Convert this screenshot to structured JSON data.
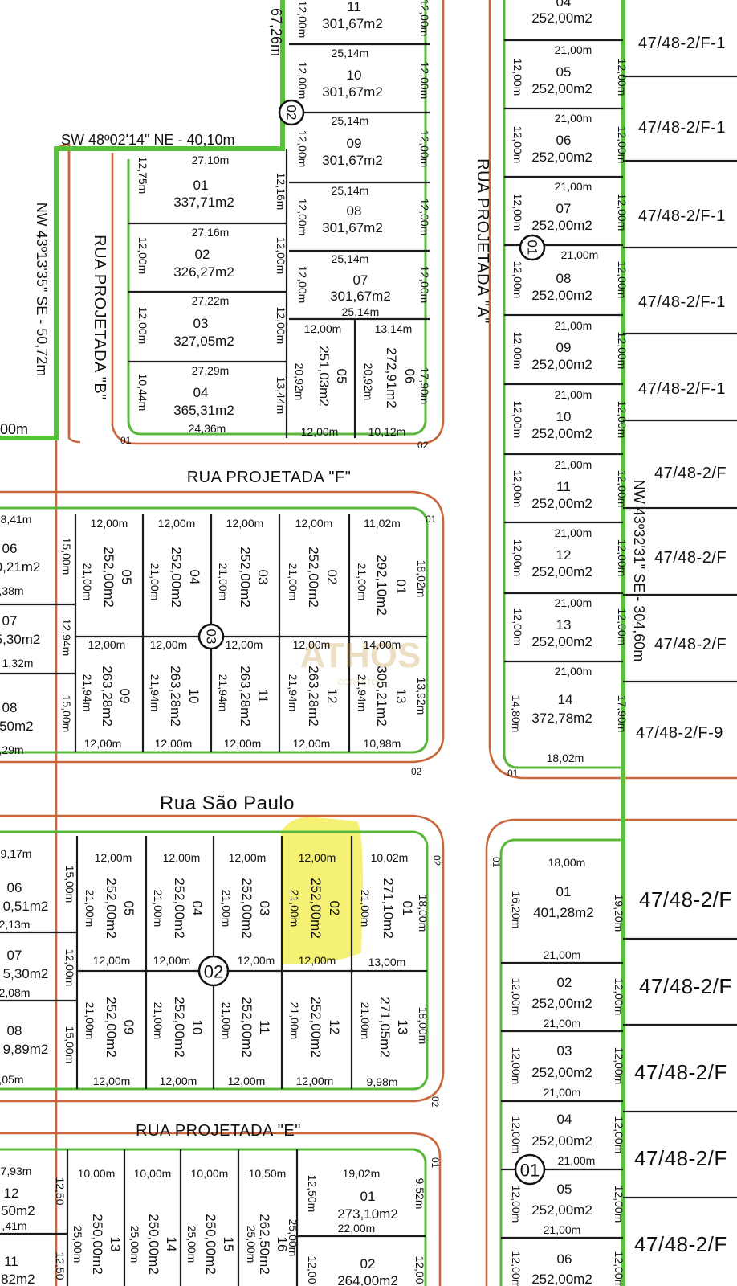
{
  "streets": {
    "rua_a": "RUA PROJETADA \"A\"",
    "rua_b": "RUA PROJETADA \"B\"",
    "rua_f": "RUA PROJETADA \"F\"",
    "rua_sp": "Rua São Paulo",
    "rua_e": "RUA PROJETADA \"E\""
  },
  "bearings": {
    "sw": "SW 48º02'14\" NE - 40,10m",
    "nw_left": "NW 43º13'35\" SE - 50,72m",
    "nw_right": "NW 43º32'31\" SE - 304,60m",
    "top_dim": "67,26m",
    "left_cut": "00m"
  },
  "block_markers": {
    "b02_top": "02",
    "b03": "03",
    "b02_mid": "02",
    "b01_right": "01",
    "b01_bottom": "01"
  },
  "corners": {
    "c1": "01",
    "c2": "02",
    "c3": "01",
    "c4": "02",
    "c5": "01",
    "c6": "02",
    "c7": "01",
    "c8": "01",
    "c9": "01",
    "c10": "02"
  },
  "watermark": {
    "brand": "ATHOS",
    "sub": "CORRETOR"
  },
  "neighbor_labels": [
    "47/48-2/F-1",
    "47/48-2/F-1",
    "47/48-2/F-1",
    "47/48-2/F-1",
    "47/48-2/F-1",
    "47/48-2/F",
    "47/48-2/F",
    "47/48-2/F",
    "47/48-2/F-9",
    "47/48-2/F",
    "47/48-2/F",
    "47/48-2/F",
    "47/48-2/F",
    "47/48-2/F"
  ],
  "lots_top_middle": [
    {
      "num": "11",
      "area": "301,67m2"
    },
    {
      "num": "10",
      "area": "301,67m2",
      "width": "25,14m",
      "left": "12,00m",
      "right": "12,00m"
    },
    {
      "num": "09",
      "area": "301,67m2",
      "width": "25,14m",
      "left": "12,00m",
      "right": "12,00m"
    },
    {
      "num": "08",
      "area": "301,67m2",
      "width": "25,14m",
      "left": "12,00m",
      "right": "12,00m"
    },
    {
      "num": "07",
      "area": "301,67m2",
      "width": "25,14m",
      "bottom": "25,14m",
      "left": "12,00m",
      "right": "12,00m"
    }
  ],
  "lots_top_left": [
    {
      "num": "01",
      "area": "337,71m2",
      "top": "27,10m",
      "left": "12,75m",
      "right": "12,16m"
    },
    {
      "num": "02",
      "area": "326,27m2",
      "top": "27,16m",
      "left": "12,00m",
      "right": "12,00m"
    },
    {
      "num": "03",
      "area": "327,05m2",
      "top": "27,22m",
      "left": "12,00m",
      "right": "12,00m"
    },
    {
      "num": "04",
      "area": "365,31m2",
      "top": "27,29m",
      "left": "10,44m",
      "right": "13,44m",
      "bottom": "24,36m"
    }
  ],
  "lots_top_vertical": [
    {
      "num": "05",
      "area": "251,03m2",
      "top": "12,00m",
      "side": "20,92m",
      "bottom": "12,00m"
    },
    {
      "num": "06",
      "area": "272,91m2",
      "top": "13,14m",
      "side": "20,92m",
      "right": "17,90m",
      "bottom": "10,12m"
    }
  ],
  "top_right_dims": {
    "top": "12,00m",
    "right": "12,00m"
  },
  "lots_right": [
    {
      "num": "04",
      "area": "252,00m2"
    },
    {
      "num": "05",
      "area": "252,00m2",
      "top": "21,00m"
    },
    {
      "num": "06",
      "area": "252,00m2",
      "top": "21,00m"
    },
    {
      "num": "07",
      "area": "252,00m2",
      "top": "21,00m"
    },
    {
      "num": "08",
      "area": "252,00m2",
      "top": "21,00m"
    },
    {
      "num": "09",
      "area": "252,00m2",
      "top": "21,00m"
    },
    {
      "num": "10",
      "area": "252,00m2",
      "top": "21,00m"
    },
    {
      "num": "11",
      "area": "252,00m2",
      "top": "21,00m"
    },
    {
      "num": "12",
      "area": "252,00m2",
      "top": "21,00m"
    },
    {
      "num": "13",
      "area": "252,00m2",
      "top": "21,00m"
    },
    {
      "num": "14",
      "area": "372,78m2",
      "top": "21,00m",
      "left": "14,80m",
      "right": "17,90m",
      "bottom": "18,02m"
    }
  ],
  "right_side_dim": "12,00m",
  "block03_top": [
    {
      "num": "05",
      "area": "252,00m2",
      "w": "12,00m",
      "d": "21,00m"
    },
    {
      "num": "04",
      "area": "252,00m2",
      "w": "12,00m",
      "d": "21,00m"
    },
    {
      "num": "03",
      "area": "252,00m2",
      "w": "12,00m",
      "d": "21,00m"
    },
    {
      "num": "02",
      "area": "252,00m2",
      "w": "12,00m",
      "d": "21,00m"
    },
    {
      "num": "01",
      "area": "292,10m2",
      "w": "11,02m",
      "d": "21,00m",
      "side": "18,02m"
    }
  ],
  "block03_bottom": [
    {
      "num": "09",
      "area": "263,28m2",
      "w": "12,00m",
      "d": "21,94m",
      "b": "12,00m"
    },
    {
      "num": "10",
      "area": "263,28m2",
      "w": "12,00m",
      "d": "21,94m",
      "b": "12,00m"
    },
    {
      "num": "11",
      "area": "263,28m2",
      "w": "12,00m",
      "d": "21,94m",
      "b": "12,00m"
    },
    {
      "num": "12",
      "area": "263,28m2",
      "w": "12,00m",
      "d": "21,94m",
      "b": "12,00m"
    },
    {
      "num": "13",
      "area": "305,21m2",
      "w": "14,00m",
      "d": "21,94m",
      "side": "13,92m",
      "b": "10,98m"
    }
  ],
  "block03_left": [
    {
      "num": "06",
      "area": "0,21m2",
      "top": "8,41m",
      "side": "15,00m",
      "bot": ",38m"
    },
    {
      "num": "07",
      "area": "5,30m2",
      "side": "12,94m",
      "bot": "1,32m"
    },
    {
      "num": "08",
      "area": ",50m2",
      "side": "15,00m",
      "bot": ",29m"
    }
  ],
  "block02_top": [
    {
      "num": "05",
      "area": "252,00m2",
      "w": "12,00m",
      "d": "21,00m",
      "b": "12,00m"
    },
    {
      "num": "04",
      "area": "252,00m2",
      "w": "12,00m",
      "d": "21,00m",
      "b": "12,00m"
    },
    {
      "num": "03",
      "area": "252,00m2",
      "w": "12,00m",
      "d": "21,00m",
      "b": "12,00m"
    },
    {
      "num": "02",
      "area": "252,00m2",
      "w": "12,00m",
      "d": "21,00m",
      "b": "12,00m"
    },
    {
      "num": "01",
      "area": "271,10m2",
      "w": "10,02m",
      "d": "21,00m",
      "side": "18,00m",
      "b": "13,00m"
    }
  ],
  "block02_bottom": [
    {
      "num": "09",
      "area": "252,00m2",
      "d": "21,00m",
      "b": "12,00m"
    },
    {
      "num": "10",
      "area": "252,00m2",
      "d": "21,00m",
      "b": "12,00m"
    },
    {
      "num": "11",
      "area": "252,00m2",
      "d": "21,00m",
      "b": "12,00m"
    },
    {
      "num": "12",
      "area": "252,00m2",
      "d": "21,00m",
      "b": "12,00m"
    },
    {
      "num": "13",
      "area": "271,05m2",
      "d": "21,00m",
      "side": "18,00m",
      "b": "9,98m"
    }
  ],
  "block02_left": [
    {
      "num": "06",
      "area": "0,51m2",
      "top": "9,17m",
      "side": "15,00m",
      "bot": "2,13m"
    },
    {
      "num": "07",
      "area": "5,30m2",
      "side": "12,00m",
      "bot": "2,08m"
    },
    {
      "num": "08",
      "area": "9,89m2",
      "side": "15,00m",
      "bot": ",05m"
    }
  ],
  "block01r_bottom": [
    {
      "num": "01",
      "area": "401,28m2",
      "top": "18,00m",
      "left": "16,20m",
      "right": "19,20m",
      "bottom": "21,00m"
    },
    {
      "num": "02",
      "area": "252,00m2",
      "bottom": "21,00m",
      "side": "12,00m"
    },
    {
      "num": "03",
      "area": "252,00m2",
      "bottom": "21,00m",
      "side": "12,00m"
    },
    {
      "num": "04",
      "area": "252,00m2",
      "bottom": "21,00m",
      "side": "12,00m"
    },
    {
      "num": "05",
      "area": "252,00m2",
      "bottom": "21,00m",
      "side": "12,00m"
    },
    {
      "num": "06",
      "area": "252,00m2",
      "side": "12,00m"
    }
  ],
  "bottom_block": [
    {
      "num": "12",
      "area": ",50m2",
      "top": "7,93m",
      "side": "12,50",
      "bot": ",41m"
    },
    {
      "num": "11",
      "area": ",82m2",
      "side": "12,50"
    },
    {
      "num": "13",
      "area": "250,00m2",
      "w": "10,00m",
      "d": "25,00m"
    },
    {
      "num": "14",
      "area": "250,00m2",
      "w": "10,00m",
      "d": "25,00m"
    },
    {
      "num": "15",
      "area": "250,00m2",
      "w": "10,00m",
      "d": "25,00m"
    },
    {
      "num": "16",
      "area": "262,50m2",
      "w": "10,50m",
      "d": "25,00m",
      "side": "25,00m"
    },
    {
      "num": "01",
      "area": "273,10m2",
      "w": "19,02m",
      "left": "12,50m",
      "right": "9,52m",
      "bottom": "22,00m"
    },
    {
      "num": "02",
      "area": "264,00m2",
      "left": "12,00",
      "right": "12,00"
    }
  ]
}
